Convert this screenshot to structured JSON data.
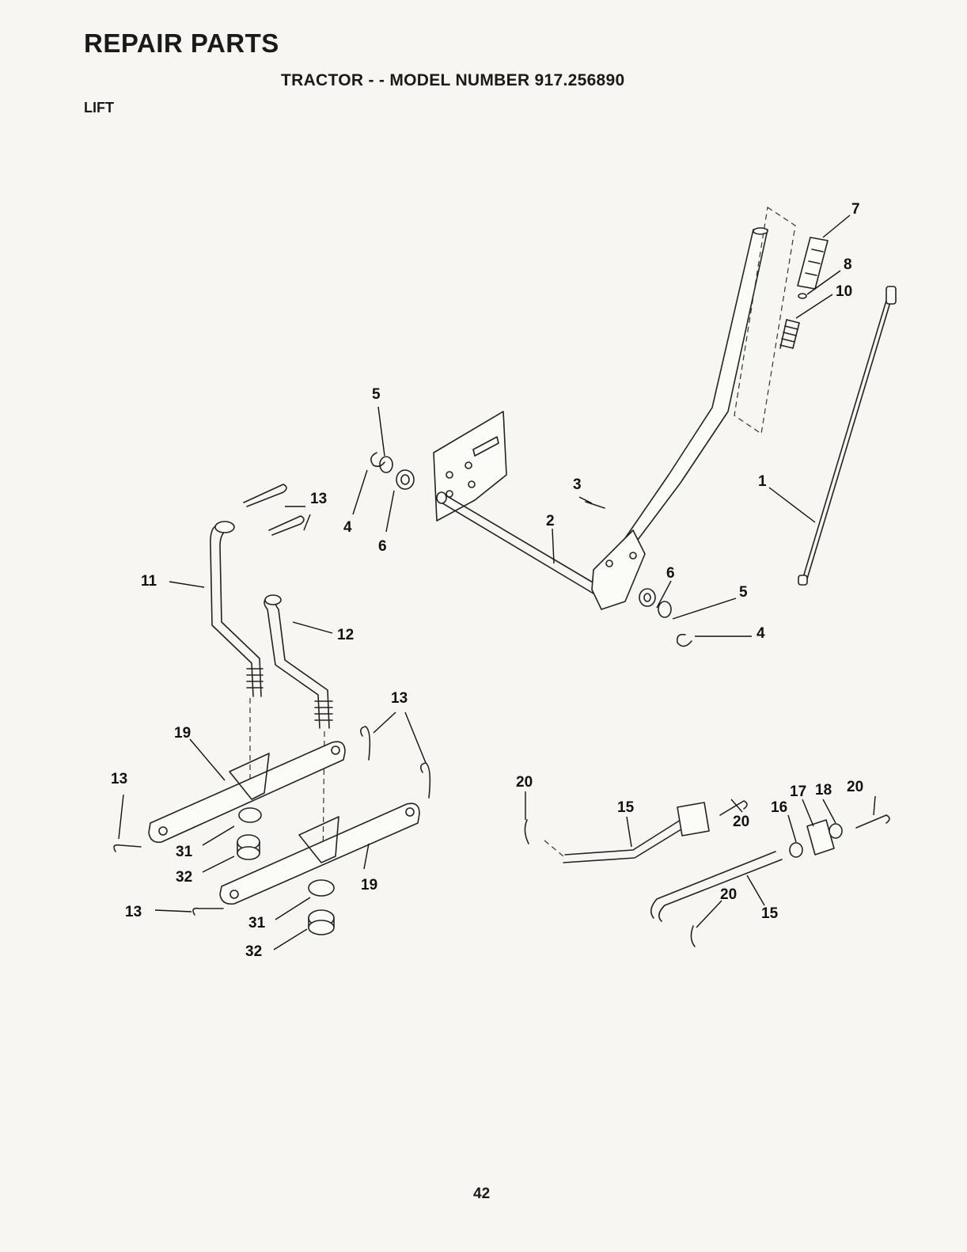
{
  "header": {
    "title": "REPAIR PARTS",
    "subtitle": "TRACTOR - - MODEL NUMBER 917.256890",
    "section": "LIFT"
  },
  "callouts": {
    "c1": "1",
    "c2": "2",
    "c3": "3",
    "c4a": "4",
    "c4b": "4",
    "c5a": "5",
    "c5b": "5",
    "c6a": "6",
    "c6b": "6",
    "c7": "7",
    "c8": "8",
    "c10": "10",
    "c11": "11",
    "c12": "12",
    "c13a": "13",
    "c13b": "13",
    "c13c": "13",
    "c13d": "13",
    "c15a": "15",
    "c15b": "15",
    "c16": "16",
    "c17": "17",
    "c18": "18",
    "c19a": "19",
    "c19b": "19",
    "c20a": "20",
    "c20b": "20",
    "c20c": "20",
    "c20d": "20",
    "c31a": "31",
    "c31b": "31",
    "c32a": "32",
    "c32b": "32"
  },
  "footer": {
    "page_number": "42"
  }
}
